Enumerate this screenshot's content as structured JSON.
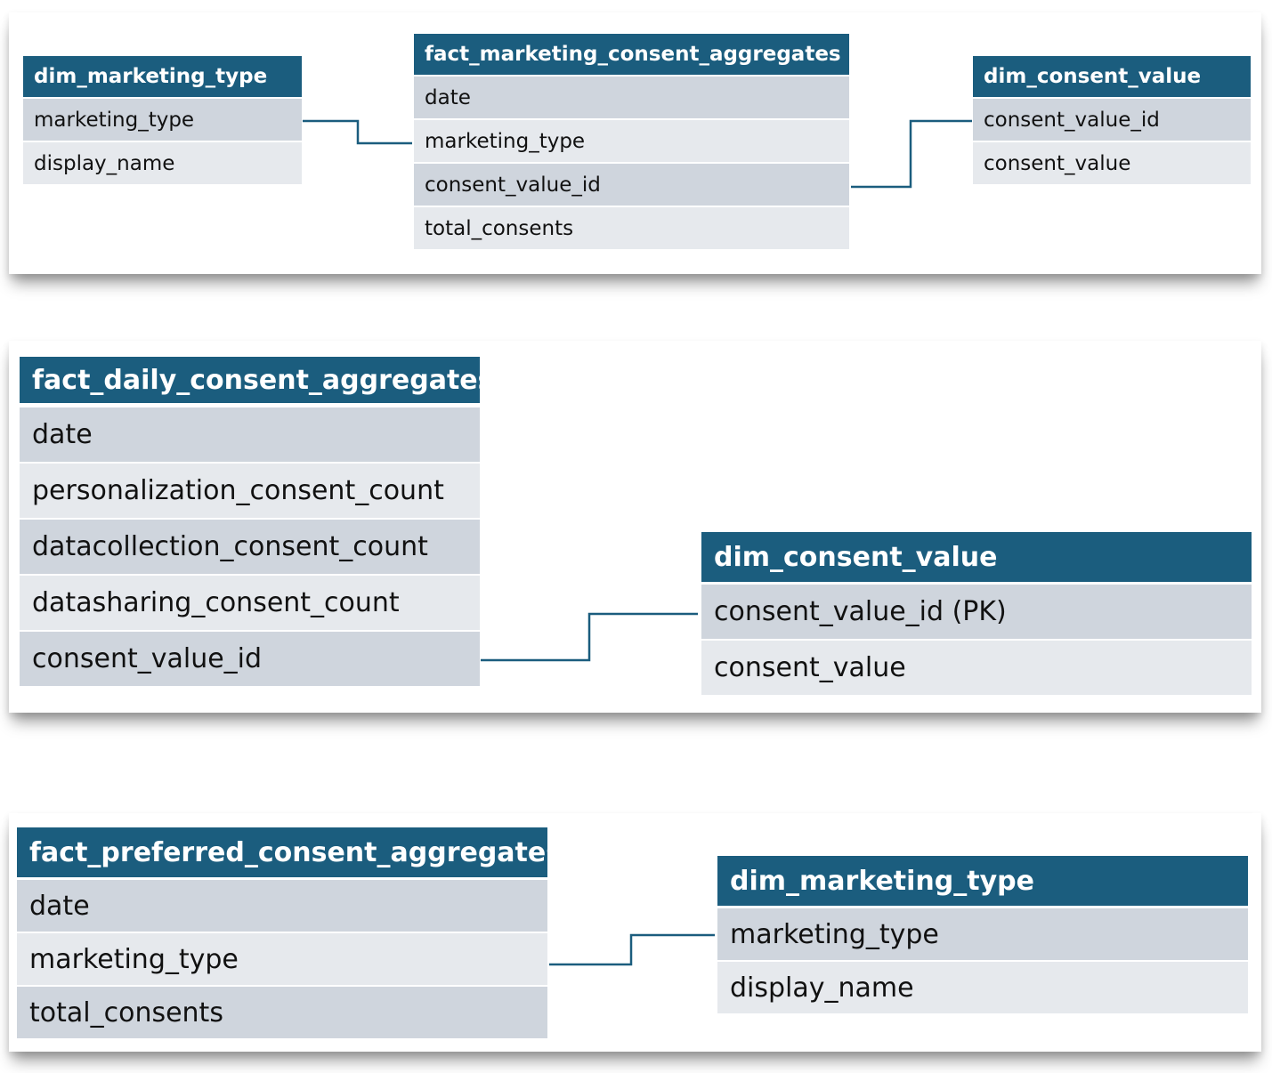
{
  "diagram_1": {
    "dim_marketing_type": {
      "name": "dim_marketing_type",
      "fields": [
        "marketing_type",
        "display_name"
      ]
    },
    "fact_marketing_consent_aggregates": {
      "name": "fact_marketing_consent_aggregates",
      "fields": [
        "date",
        "marketing_type",
        "consent_value_id",
        "total_consents"
      ]
    },
    "dim_consent_value": {
      "name": "dim_consent_value",
      "fields": [
        "consent_value_id",
        "consent_value"
      ]
    }
  },
  "diagram_2": {
    "fact_daily_consent_aggregates": {
      "name": "fact_daily_consent_aggregates",
      "fields": [
        "date",
        "personalization_consent_count",
        "datacollection_consent_count",
        "datasharing_consent_count",
        "consent_value_id"
      ]
    },
    "dim_consent_value": {
      "name": "dim_consent_value",
      "fields": [
        "consent_value_id (PK)",
        "consent_value"
      ]
    }
  },
  "diagram_3": {
    "fact_preferred_consent_aggregates": {
      "name": "fact_preferred_consent_aggregates",
      "fields": [
        "date",
        "marketing_type",
        "total_consents"
      ]
    },
    "dim_marketing_type": {
      "name": "dim_marketing_type",
      "fields": [
        "marketing_type",
        "display_name"
      ]
    }
  },
  "colors": {
    "header": "#1b5d7e",
    "header_text": "#ffffff",
    "row_dark": "#cfd5dd",
    "row_light": "#e6e9ed",
    "connector": "#1b5d7e"
  }
}
